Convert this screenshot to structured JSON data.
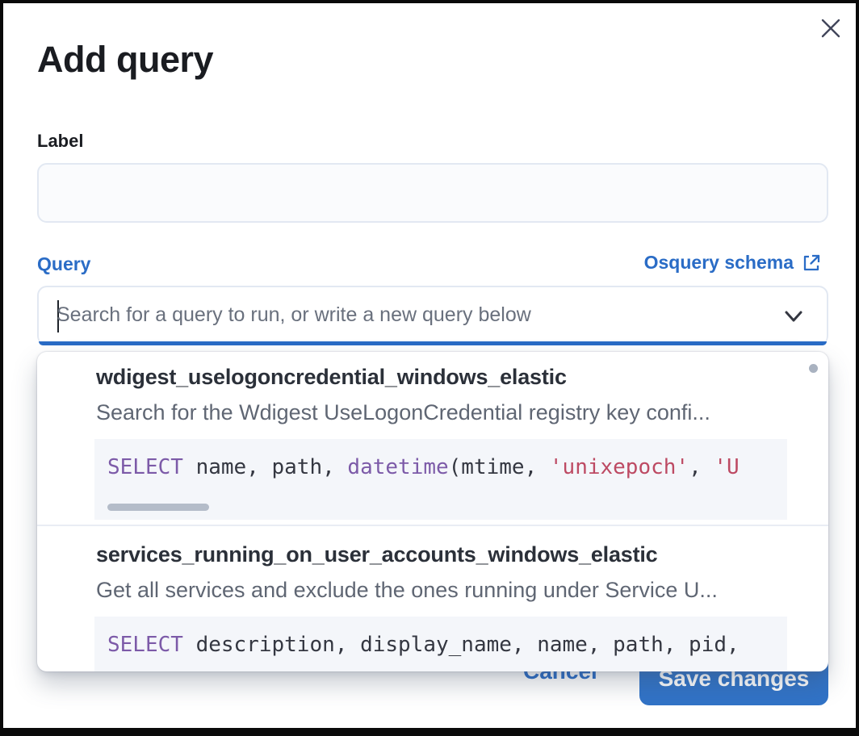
{
  "modal": {
    "title": "Add query"
  },
  "form": {
    "label_field": {
      "label": "Label",
      "value": "",
      "placeholder": ""
    },
    "query_field": {
      "label": "Query",
      "schema_link_label": "Osquery schema",
      "value": "",
      "placeholder": "Search for a query to run, or write a new query below"
    }
  },
  "dropdown": {
    "options": [
      {
        "title": "wdigest_uselogoncredential_windows_elastic",
        "description": "Search for the Wdigest UseLogonCredential registry key confi...",
        "code_segments": [
          {
            "text": "SELECT",
            "type": "keyword"
          },
          {
            "text": " name, path, ",
            "type": "plain"
          },
          {
            "text": "datetime",
            "type": "keyword"
          },
          {
            "text": "(mtime, ",
            "type": "plain"
          },
          {
            "text": "'unixepoch'",
            "type": "string"
          },
          {
            "text": ", ",
            "type": "plain"
          },
          {
            "text": "'U",
            "type": "string"
          }
        ]
      },
      {
        "title": "services_running_on_user_accounts_windows_elastic",
        "description": "Get all services and exclude the ones running under Service U...",
        "code_segments": [
          {
            "text": "SELECT",
            "type": "keyword"
          },
          {
            "text": " description, display_name, name, path, pid,",
            "type": "plain"
          }
        ]
      }
    ]
  },
  "footer": {
    "cancel_label": "Cancel",
    "save_label": "Save changes"
  },
  "colors": {
    "accent_blue": "#2a6cc6",
    "button_blue": "#3173c7",
    "title_text": "#1a1c21",
    "subdued_text": "#69707d",
    "code_background": "#f4f6fa",
    "code_keyword": "#7c5aa8",
    "code_string": "#bd4a63",
    "focus_underline": "#2a6cc6"
  }
}
